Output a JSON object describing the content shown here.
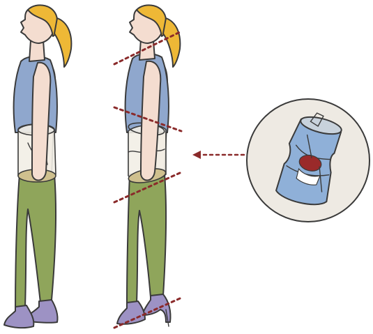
{
  "colors": {
    "outline": "#3a3a3a",
    "skin": "#f4ddd0",
    "hair": "#eeb836",
    "top": "#8fa7cd",
    "cylinder_fill": "#f2eee5",
    "cylinder_bottom": "#cfc08e",
    "leggings": "#8fa55b",
    "flat_shoe": "#9d92c4",
    "heel_shoe": "#9d92c4",
    "dash": "#8a2a2a",
    "circle_bg": "#eeeae3",
    "can_body": "#8fb0d8",
    "can_top": "#c8d2dc",
    "can_logo": "#9a2a2a",
    "background": "#ffffff"
  },
  "figures": [
    {
      "id": "figure-flat-posture",
      "footwear": "flat-shoes"
    },
    {
      "id": "figure-heel-posture",
      "footwear": "high-heels",
      "alignment_lines": 4
    }
  ],
  "inset": {
    "subject": "crushed-can",
    "pointer": "left-arrow"
  }
}
